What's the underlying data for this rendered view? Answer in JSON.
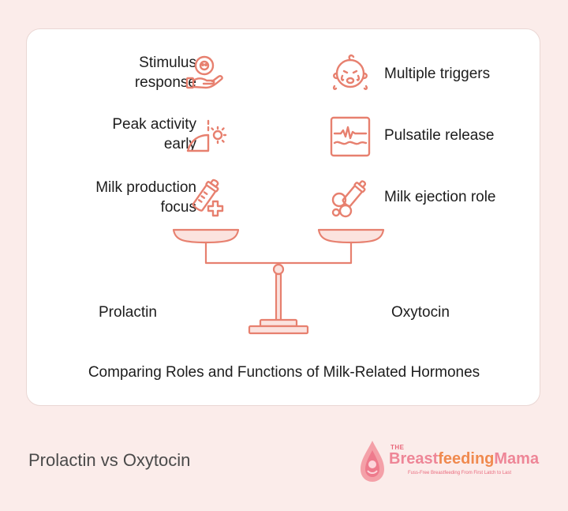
{
  "left_items": [
    {
      "line1": "Stimulus",
      "line2": "response",
      "icon": "hand-holding-baby-icon"
    },
    {
      "line1": "Peak activity",
      "line2": "early",
      "icon": "sunrise-icon"
    },
    {
      "line1": "Milk production",
      "line2": "focus",
      "icon": "baby-bottle-plus-icon"
    }
  ],
  "right_items": [
    {
      "label": "Multiple triggers",
      "icon": "crying-baby-icon"
    },
    {
      "label": "Pulsatile release",
      "icon": "pulse-wave-icon"
    },
    {
      "label": "Milk ejection role",
      "icon": "bottle-and-drops-icon"
    }
  ],
  "scale": {
    "left_name": "Prolactin",
    "right_name": "Oxytocin"
  },
  "caption": "Comparing Roles and Functions of Milk-Related Hormones",
  "footer_title": "Prolactin vs Oxytocin",
  "logo": {
    "the": "THE",
    "name_a": "Breast",
    "name_b": "feeding",
    "name_c": "Mama",
    "tagline": "Fuss-Free Breastfeeding From First Latch to Last"
  },
  "colors": {
    "accent": "#e7806f",
    "background": "#fbecea",
    "card": "#ffffff"
  }
}
